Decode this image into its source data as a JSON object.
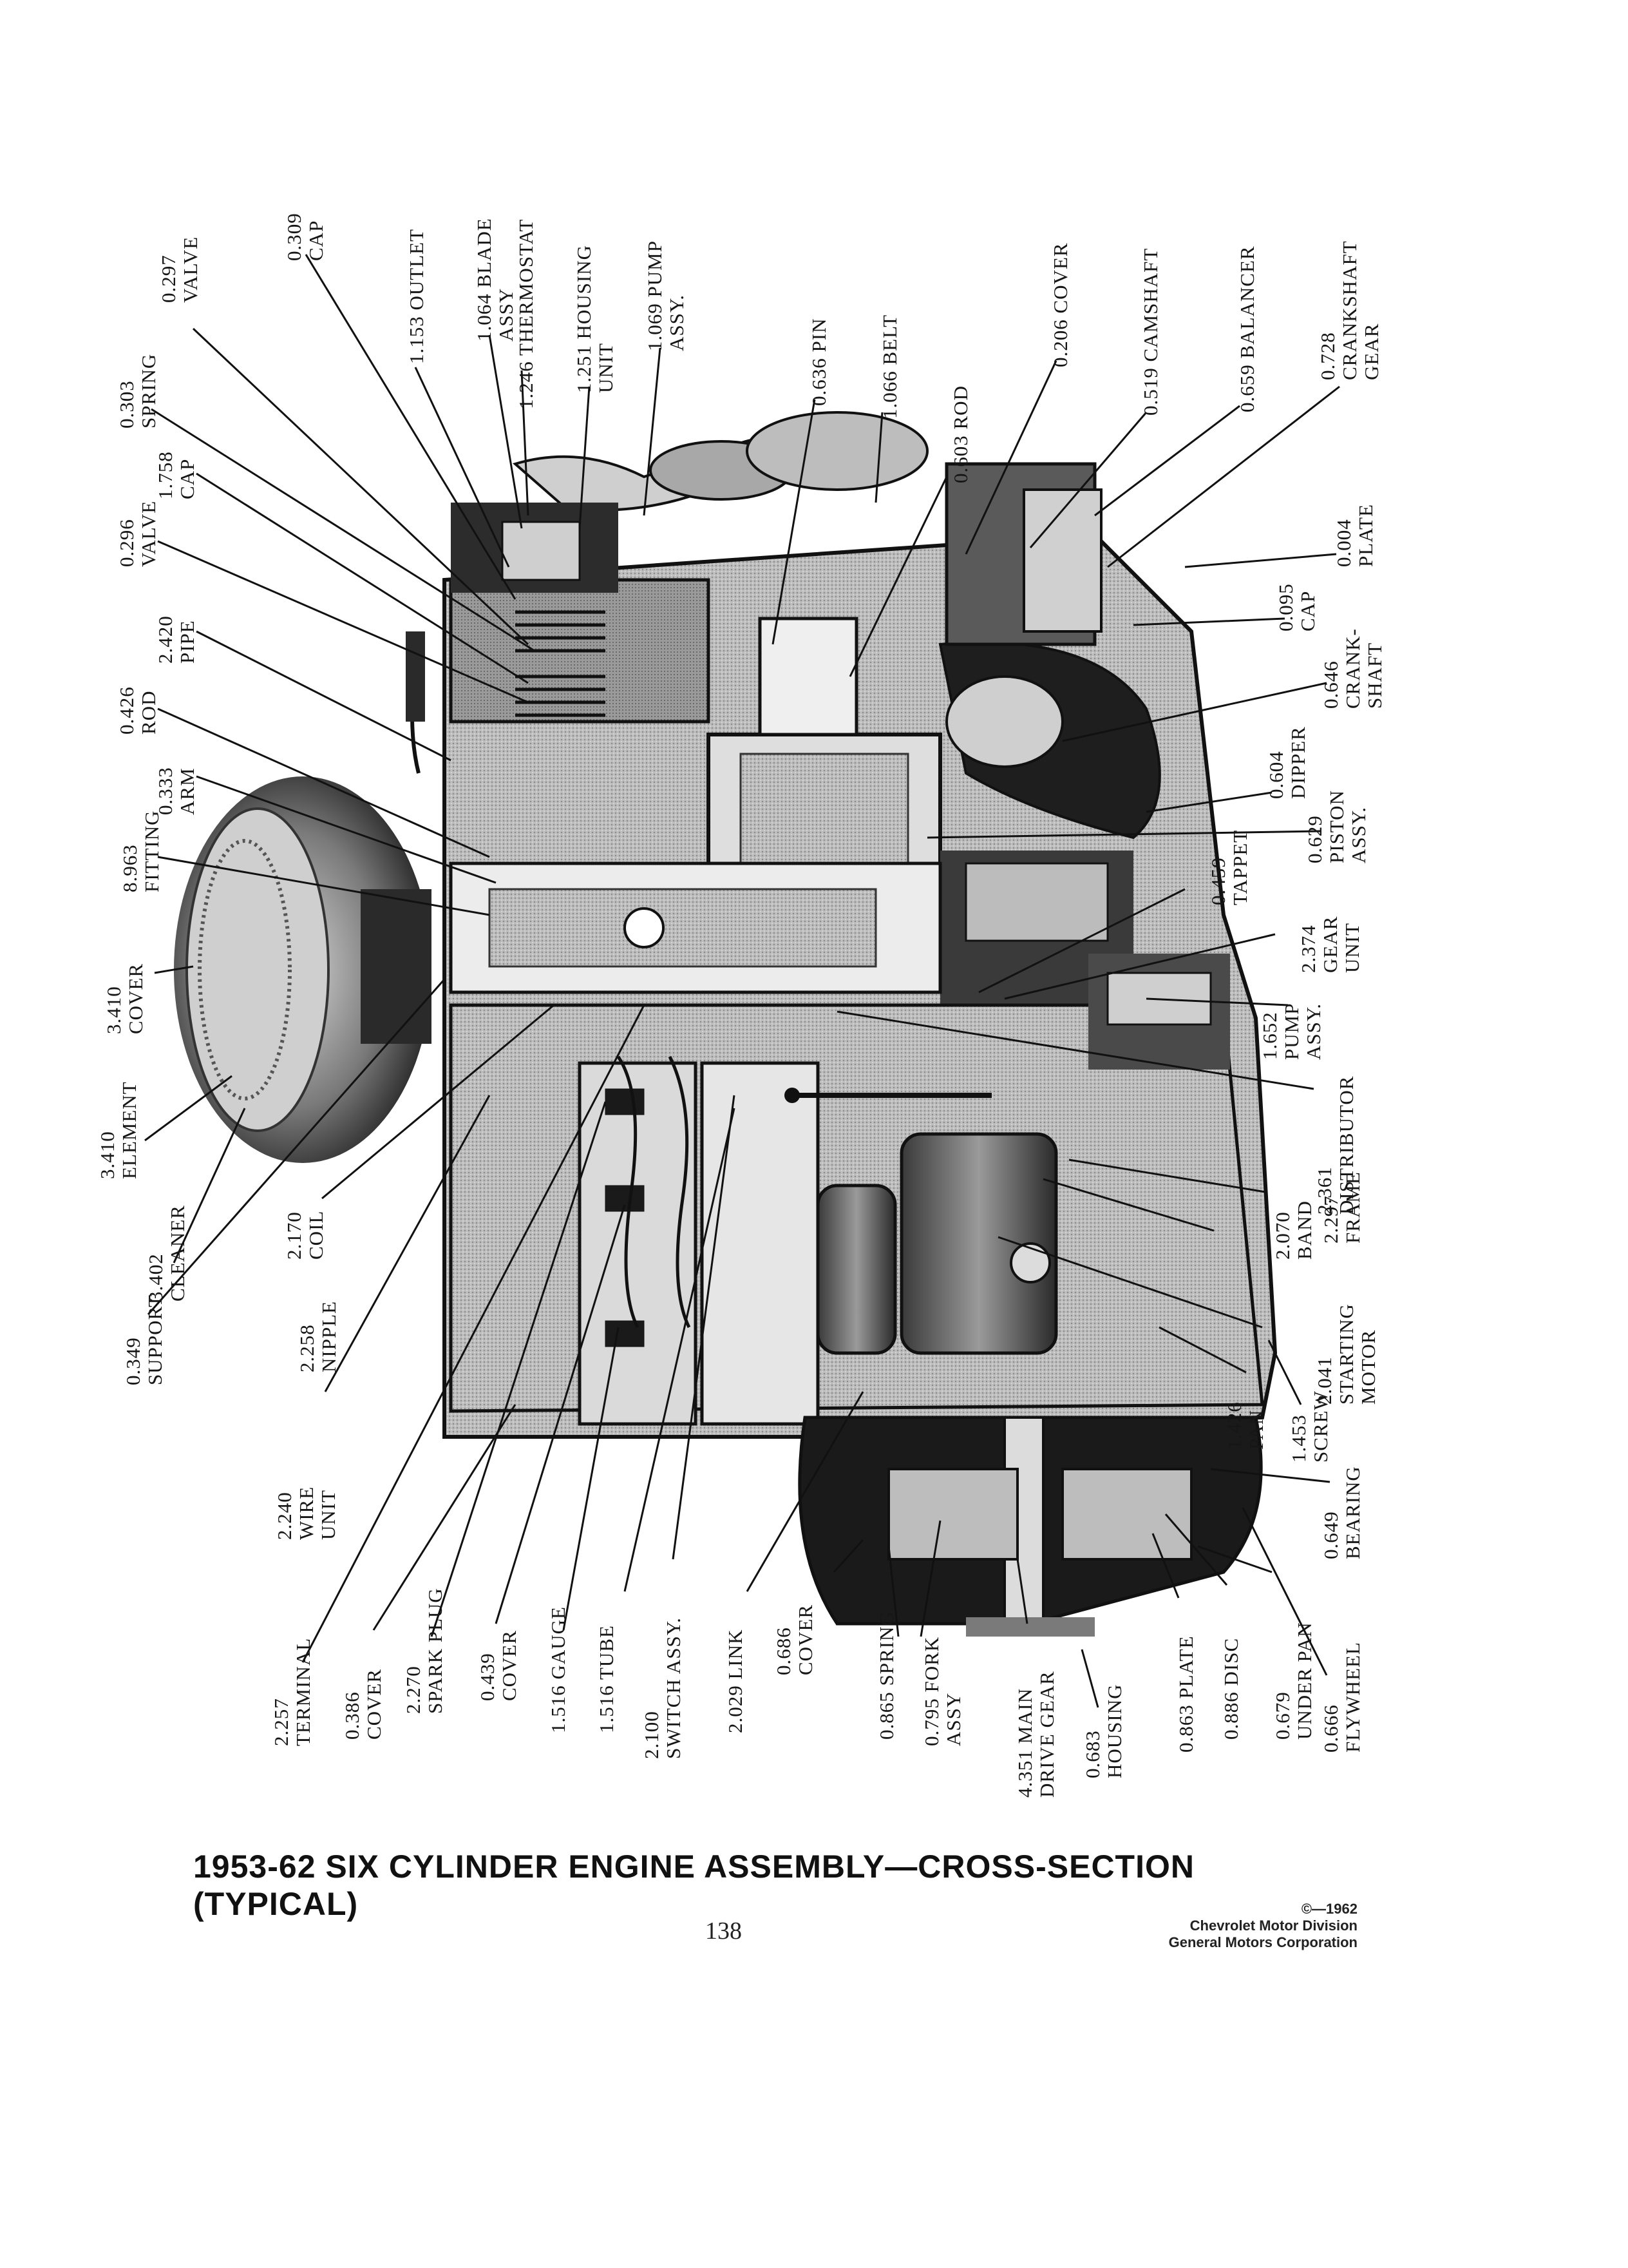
{
  "title": "1953-62 SIX CYLINDER ENGINE ASSEMBLY—CROSS-SECTION (TYPICAL)",
  "page_number": "138",
  "copyright": {
    "year": "©—1962",
    "division": "Chevrolet Motor Division",
    "corporation": "General Motors Corporation"
  },
  "labels": [
    {
      "id": "support",
      "lines": [
        "0.349",
        "SUPPORT"
      ]
    },
    {
      "id": "cleaner",
      "lines": [
        "3.402",
        "CLEANER"
      ]
    },
    {
      "id": "element",
      "lines": [
        "3.410",
        "ELEMENT"
      ]
    },
    {
      "id": "cover-air",
      "lines": [
        "3.410",
        "COVER"
      ]
    },
    {
      "id": "fitting",
      "lines": [
        "8.963",
        "FITTING"
      ]
    },
    {
      "id": "arm",
      "lines": [
        "0.333",
        "ARM"
      ]
    },
    {
      "id": "rod-push",
      "lines": [
        "0.426",
        "ROD"
      ]
    },
    {
      "id": "pipe",
      "lines": [
        "2.420",
        "PIPE"
      ]
    },
    {
      "id": "valve-296",
      "lines": [
        "0.296",
        "VALVE"
      ]
    },
    {
      "id": "cap-1758",
      "lines": [
        "1.758",
        "CAP"
      ]
    },
    {
      "id": "spring-303",
      "lines": [
        "0.303",
        "SPRING"
      ]
    },
    {
      "id": "valve-297",
      "lines": [
        "0.297",
        "VALVE"
      ]
    },
    {
      "id": "cap-309",
      "lines": [
        "0.309",
        "CAP"
      ]
    },
    {
      "id": "outlet",
      "lines": [
        "1.153 OUTLET"
      ]
    },
    {
      "id": "blade",
      "lines": [
        "1.064 BLADE",
        "ASSY"
      ]
    },
    {
      "id": "thermostat",
      "lines": [
        "1.246 THERMOSTAT"
      ]
    },
    {
      "id": "housing-unit",
      "lines": [
        "1.251 HOUSING",
        "UNIT"
      ]
    },
    {
      "id": "pump-water",
      "lines": [
        "1.069 PUMP",
        "ASSY."
      ]
    },
    {
      "id": "pin",
      "lines": [
        "0.636 PIN"
      ]
    },
    {
      "id": "belt",
      "lines": [
        "1.066 BELT"
      ]
    },
    {
      "id": "rod-603",
      "lines": [
        "0.603 ROD"
      ]
    },
    {
      "id": "cover-206",
      "lines": [
        "0.206 COVER"
      ]
    },
    {
      "id": "camshaft",
      "lines": [
        "0.519 CAMSHAFT"
      ]
    },
    {
      "id": "balancer",
      "lines": [
        "0.659 BALANCER"
      ]
    },
    {
      "id": "crank-gear",
      "lines": [
        "0.728",
        "CRANKSHAFT",
        "GEAR"
      ]
    },
    {
      "id": "plate-004",
      "lines": [
        "0.004",
        "PLATE"
      ]
    },
    {
      "id": "cap-095",
      "lines": [
        "0.095",
        "CAP"
      ]
    },
    {
      "id": "crankshaft",
      "lines": [
        "0.646",
        "CRANK-",
        "SHAFT"
      ]
    },
    {
      "id": "dipper",
      "lines": [
        "0.604",
        "DIPPER"
      ]
    },
    {
      "id": "piston",
      "lines": [
        "0.629",
        "PISTON",
        "ASSY."
      ]
    },
    {
      "id": "tappet",
      "lines": [
        "0.459",
        "TAPPET"
      ]
    },
    {
      "id": "gear-unit",
      "lines": [
        "2.374",
        "GEAR",
        "UNIT"
      ]
    },
    {
      "id": "pump-oil",
      "lines": [
        "1.652",
        "PUMP",
        "ASSY."
      ]
    },
    {
      "id": "distributor",
      "lines": [
        "2.361",
        "DISTRIBUTOR"
      ]
    },
    {
      "id": "frame",
      "lines": [
        "2.297",
        "FRAME"
      ]
    },
    {
      "id": "band",
      "lines": [
        "2.070",
        "BAND"
      ]
    },
    {
      "id": "starting-motor",
      "lines": [
        "2.041",
        "STARTING",
        "MOTOR"
      ]
    },
    {
      "id": "pan",
      "lines": [
        "1.426",
        "PAN"
      ]
    },
    {
      "id": "screw",
      "lines": [
        "1.453",
        "SCREW"
      ]
    },
    {
      "id": "bearing",
      "lines": [
        "0.649",
        "BEARING"
      ]
    },
    {
      "id": "flywheel",
      "lines": [
        "0.666",
        "FLYWHEEL"
      ]
    },
    {
      "id": "under-pan",
      "lines": [
        "0.679",
        "UNDER PAN"
      ]
    },
    {
      "id": "disc",
      "lines": [
        "0.886 DISC"
      ]
    },
    {
      "id": "plate-863",
      "lines": [
        "0.863 PLATE"
      ]
    },
    {
      "id": "housing-683",
      "lines": [
        "0.683",
        "HOUSING"
      ]
    },
    {
      "id": "main-drive",
      "lines": [
        "4.351 MAIN",
        "DRIVE GEAR"
      ]
    },
    {
      "id": "fork",
      "lines": [
        "0.795 FORK",
        "ASSY"
      ]
    },
    {
      "id": "spring-865",
      "lines": [
        "0.865 SPRING"
      ]
    },
    {
      "id": "cover-686",
      "lines": [
        "0.686",
        "COVER"
      ]
    },
    {
      "id": "link",
      "lines": [
        "2.029 LINK"
      ]
    },
    {
      "id": "switch",
      "lines": [
        "2.100",
        "SWITCH ASSY."
      ]
    },
    {
      "id": "tube",
      "lines": [
        "1.516 TUBE"
      ]
    },
    {
      "id": "gauge",
      "lines": [
        "1.516 GAUGE"
      ]
    },
    {
      "id": "cover-439",
      "lines": [
        "0.439",
        "COVER"
      ]
    },
    {
      "id": "spark-plug",
      "lines": [
        "2.270",
        "SPARK PLUG"
      ]
    },
    {
      "id": "cover-386",
      "lines": [
        "0.386",
        "COVER"
      ]
    },
    {
      "id": "terminal",
      "lines": [
        "2.257",
        "TERMINAL"
      ]
    },
    {
      "id": "wire",
      "lines": [
        "2.240",
        "WIRE",
        "UNIT"
      ]
    },
    {
      "id": "nipple",
      "lines": [
        "2.258",
        "NIPPLE"
      ]
    },
    {
      "id": "coil",
      "lines": [
        "2.170",
        "COIL"
      ]
    }
  ]
}
